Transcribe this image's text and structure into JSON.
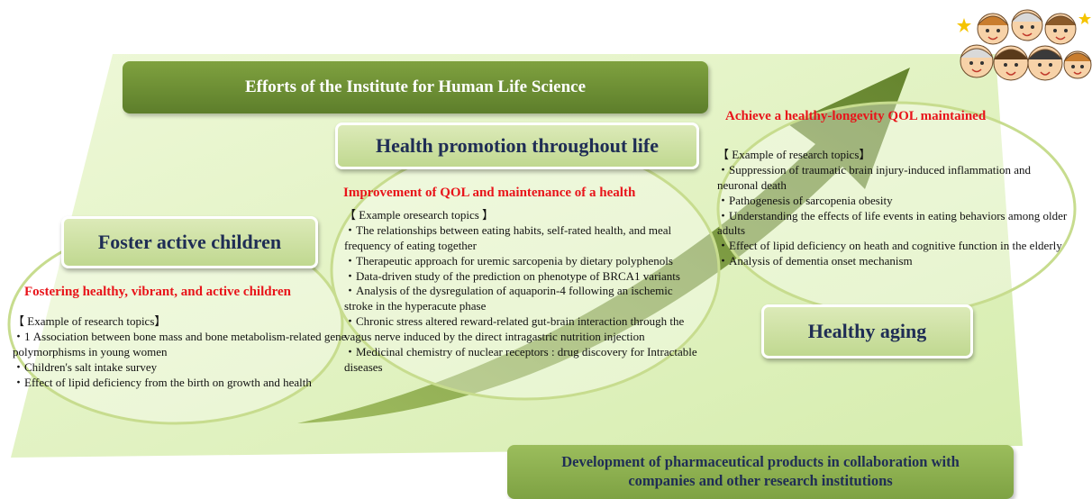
{
  "title": "Efforts of the Institute for Human Life Science",
  "stages": {
    "children": {
      "label": "Foster active children",
      "heading": "Fostering healthy, vibrant, and active children",
      "list_title": "【 Example of research topics】",
      "items": [
        "・1 Association between bone mass and bone metabolism-related gene polymorphisms in young women",
        "・Children's salt intake survey",
        "・Effect of lipid deficiency from the birth  on growth and health"
      ]
    },
    "promotion": {
      "label": "Health promotion throughout life",
      "heading": "Improvement of QOL and maintenance of a health",
      "list_title": "【 Example oresearch topics 】",
      "items": [
        "・The relationships between eating habits, self-rated health, and meal frequency of eating together",
        "・Therapeutic approach for uremic sarcopenia by dietary polyphenols",
        "・Data-driven study of the prediction on phenotype of BRCA1 variants",
        "・Analysis of the dysregulation of aquaporin-4 following an ischemic stroke in the hyperacute phase",
        "・Chronic stress altered reward-related gut-brain interaction through the vagus nerve induced by the direct intragastric nutrition injection",
        "・Medicinal chemistry of nuclear receptors : drug discovery for Intractable diseases"
      ]
    },
    "aging": {
      "label": "Healthy aging",
      "heading": "Achieve a healthy-longevity QOL maintained",
      "list_title": "【 Example of research topics】",
      "items": [
        "・Suppression of traumatic brain injury-induced inflammation and neuronal death",
        "・Pathogenesis of sarcopenia obesity",
        "・Understanding the effects of life events in eating behaviors among older adults",
        "・Effect of lipid deficiency on heath and cognitive function in the elderly",
        "・Analysis of dementia onset mechanism"
      ]
    }
  },
  "development": {
    "line1": "Development of pharmaceutical products in collaboration with",
    "line2": "companies and other research institutions"
  },
  "colors": {
    "background_panel": "#e6f5c8",
    "arrow": "#7d9b33",
    "title_bar": "#6a8c33",
    "heading_red": "#e8141a",
    "label_text": "#1f2d55"
  },
  "icons": [
    "upward-arrow-icon",
    "people-crowd-icon"
  ]
}
